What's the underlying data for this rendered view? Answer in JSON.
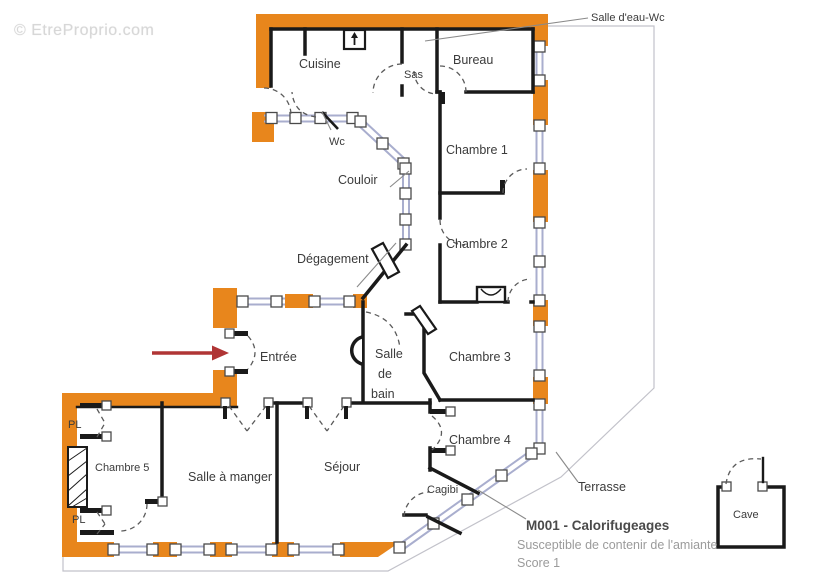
{
  "watermark": "© EtreProprio.com",
  "plan": {
    "rooms": {
      "cuisine": "Cuisine",
      "sas": "Sas",
      "bureau": "Bureau",
      "wc": "Wc",
      "chambre1": "Chambre 1",
      "couloir": "Couloir",
      "chambre2": "Chambre 2",
      "degagement": "Dégagement",
      "entree": "Entrée",
      "salle_de_bain": {
        "line1": "Salle",
        "line2": "de",
        "line3": "bain"
      },
      "chambre3": "Chambre 3",
      "chambre4": "Chambre 4",
      "cagibi": "Cagibi",
      "sejour": "Séjour",
      "salle_a_manger": "Salle à manger",
      "chambre5": "Chambre 5",
      "placard_top": "PL",
      "placard_bottom": "PL",
      "cave": "Cave",
      "terrasse": "Terrasse"
    },
    "callouts": {
      "salle_eau_wc": "Salle d'eau-Wc",
      "material_code": "M001 - Calorifugeages",
      "material_note": "Susceptible de contenir de l'amiante",
      "material_score": "Score 1"
    },
    "colors": {
      "wall_highlight_orange": "#E8861C",
      "window_blue": "#A9AECE",
      "wall_black": "#1A1A1A",
      "entrance_arrow_red": "#B03535",
      "watermark_gray": "#D7D7D7",
      "label_gray": "#3B3B3B",
      "note_gray": "#9B9B9B"
    }
  }
}
